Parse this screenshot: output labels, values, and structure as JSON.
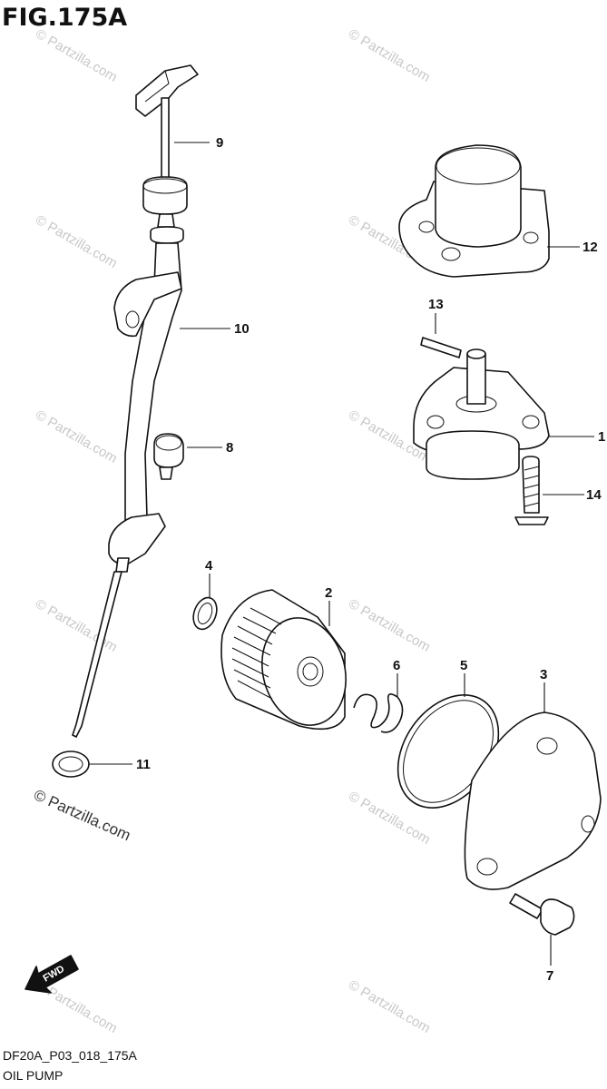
{
  "figure": {
    "title": "FIG.175A",
    "code": "DF20A_P03_018_175A",
    "caption": "OIL PUMP"
  },
  "watermark": {
    "small_text": "© Partzilla.com",
    "main_text": "© Partzilla.com"
  },
  "fwd_arrow": {
    "label": "FWD"
  },
  "callouts": [
    {
      "id": "callout-1",
      "label": "1"
    },
    {
      "id": "callout-2",
      "label": "2"
    },
    {
      "id": "callout-3",
      "label": "3"
    },
    {
      "id": "callout-4",
      "label": "4"
    },
    {
      "id": "callout-5",
      "label": "5"
    },
    {
      "id": "callout-6",
      "label": "6"
    },
    {
      "id": "callout-7",
      "label": "7"
    },
    {
      "id": "callout-8",
      "label": "8"
    },
    {
      "id": "callout-9",
      "label": "9"
    },
    {
      "id": "callout-10",
      "label": "10"
    },
    {
      "id": "callout-11",
      "label": "11"
    },
    {
      "id": "callout-12",
      "label": "12"
    },
    {
      "id": "callout-13",
      "label": "13"
    },
    {
      "id": "callout-14",
      "label": "14"
    }
  ]
}
